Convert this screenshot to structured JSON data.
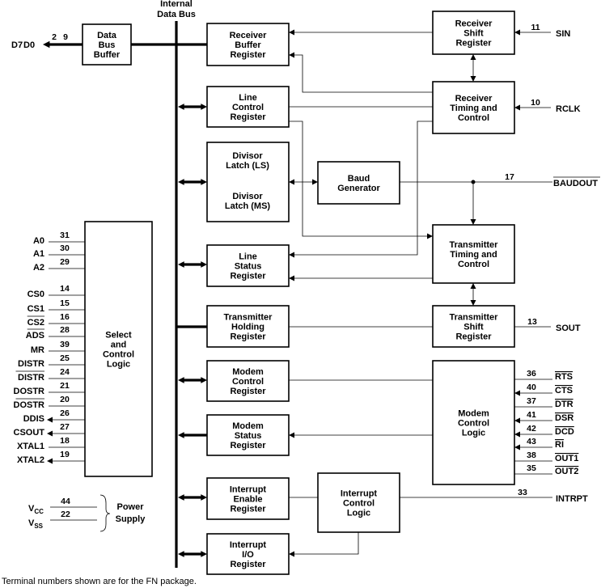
{
  "bus_label": [
    "Internal",
    "Data Bus"
  ],
  "blocks": {
    "data_bus_buffer": [
      "Data",
      "Bus",
      "Buffer"
    ],
    "receiver_buffer_register": [
      "Receiver",
      "Buffer",
      "Register"
    ],
    "line_control_register": [
      "Line",
      "Control",
      "Register"
    ],
    "divisor_latch_ls": [
      "Divisor",
      "Latch (LS)"
    ],
    "divisor_latch_ms": [
      "Divisor",
      "Latch (MS)"
    ],
    "line_status_register": [
      "Line",
      "Status",
      "Register"
    ],
    "transmitter_holding_register": [
      "Transmitter",
      "Holding",
      "Register"
    ],
    "modem_control_register": [
      "Modem",
      "Control",
      "Register"
    ],
    "modem_status_register": [
      "Modem",
      "Status",
      "Register"
    ],
    "interrupt_enable_register": [
      "Interrupt",
      "Enable",
      "Register"
    ],
    "interrupt_io_register": [
      "Interrupt",
      "I/O",
      "Register"
    ],
    "receiver_shift_register": [
      "Receiver",
      "Shift",
      "Register"
    ],
    "receiver_timing_control": [
      "Receiver",
      "Timing and",
      "Control"
    ],
    "baud_generator": [
      "Baud",
      "Generator"
    ],
    "transmitter_timing_control": [
      "Transmitter",
      "Timing and",
      "Control"
    ],
    "transmitter_shift_register": [
      "Transmitter",
      "Shift",
      "Register"
    ],
    "modem_control_logic": [
      "Modem",
      "Control",
      "Logic"
    ],
    "interrupt_control_logic": [
      "Interrupt",
      "Control",
      "Logic"
    ],
    "select_control_logic": [
      "Select",
      "and",
      "Control",
      "Logic"
    ]
  },
  "data_pins": {
    "label_d7": "D7",
    "label_d0": "D0",
    "num_a": "2",
    "num_b": "9"
  },
  "left_pins": [
    {
      "name": "A0",
      "num": "31",
      "overline": false
    },
    {
      "name": "A1",
      "num": "30",
      "overline": false
    },
    {
      "name": "A2",
      "num": "29",
      "overline": false
    },
    {
      "name": "CS0",
      "num": "14",
      "overline": false
    },
    {
      "name": "CS1",
      "num": "15",
      "overline": false
    },
    {
      "name": "CS2",
      "num": "16",
      "overline": true
    },
    {
      "name": "ADS",
      "num": "28",
      "overline": true
    },
    {
      "name": "MR",
      "num": "39",
      "overline": false
    },
    {
      "name": "DISTR",
      "num": "25",
      "overline": false
    },
    {
      "name": "DISTR",
      "num": "24",
      "overline": true
    },
    {
      "name": "DOSTR",
      "num": "21",
      "overline": false
    },
    {
      "name": "DOSTR",
      "num": "20",
      "overline": true
    },
    {
      "name": "DDIS",
      "num": "26",
      "overline": false
    },
    {
      "name": "CSOUT",
      "num": "27",
      "overline": false
    },
    {
      "name": "XTAL1",
      "num": "18",
      "overline": false
    },
    {
      "name": "XTAL2",
      "num": "19",
      "overline": false
    }
  ],
  "right_pins": {
    "sin": {
      "name": "SIN",
      "num": "11"
    },
    "rclk": {
      "name": "RCLK",
      "num": "10"
    },
    "baudout": {
      "name": "BAUDOUT",
      "num": "17"
    },
    "sout": {
      "name": "SOUT",
      "num": "13"
    },
    "intrpt": {
      "name": "INTRPT",
      "num": "33"
    }
  },
  "modem_pins": [
    {
      "name": "RTS",
      "num": "36",
      "overline": true
    },
    {
      "name": "CTS",
      "num": "40",
      "overline": true
    },
    {
      "name": "DTR",
      "num": "37",
      "overline": true
    },
    {
      "name": "DSR",
      "num": "41",
      "overline": true
    },
    {
      "name": "DCD",
      "num": "42",
      "overline": true
    },
    {
      "name": "RI",
      "num": "43",
      "overline": true
    },
    {
      "name": "OUT1",
      "num": "38",
      "overline": true
    },
    {
      "name": "OUT2",
      "num": "35",
      "overline": true
    }
  ],
  "power": {
    "vcc_main": "V",
    "vcc_sub": "CC",
    "vcc_num": "44",
    "vss_main": "V",
    "vss_sub": "SS",
    "vss_num": "22",
    "label": [
      "Power",
      "Supply"
    ]
  },
  "footnote": "Terminal numbers shown are for the FN package."
}
